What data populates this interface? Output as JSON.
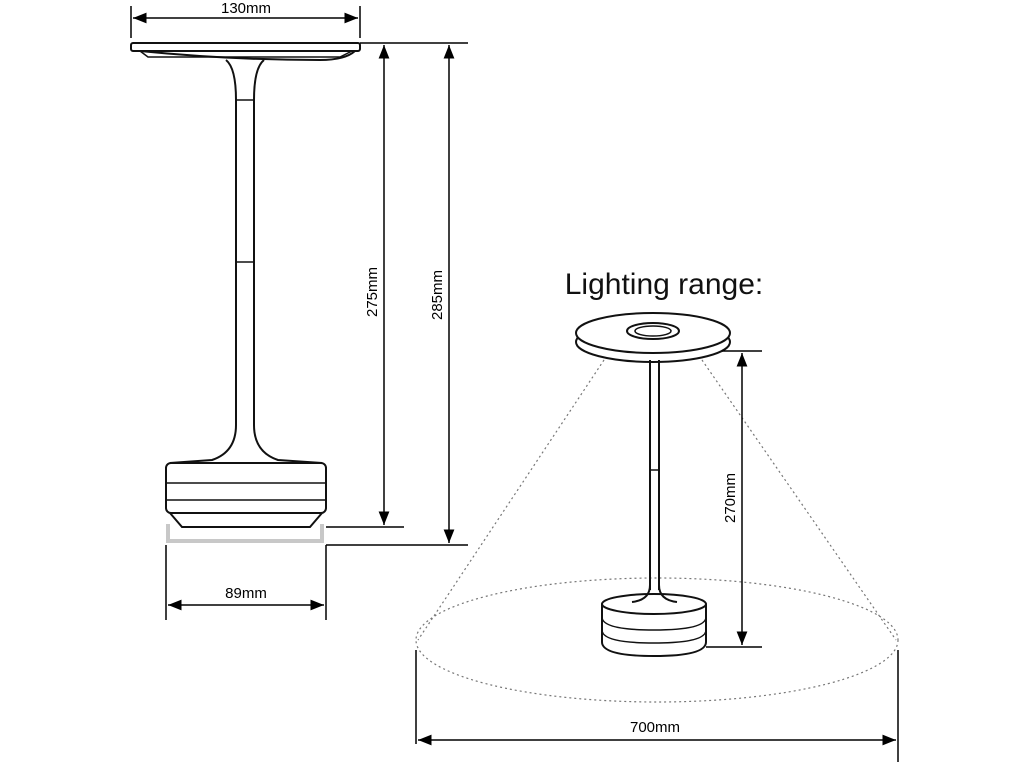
{
  "dimensions": {
    "top_width": "130mm",
    "height_a": "275mm",
    "height_b": "285mm",
    "base_width": "89mm",
    "light_height": "270mm",
    "light_width": "700mm"
  },
  "lighting": {
    "title": "Lighting range:"
  },
  "colors": {
    "line": "#111111",
    "dim_line": "#000000",
    "gray": "#c8c8c8",
    "dotted": "#777777"
  }
}
